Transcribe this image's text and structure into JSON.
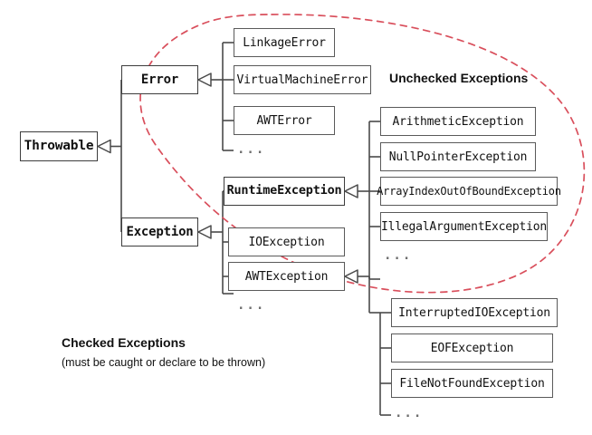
{
  "diagram": {
    "title": "Java Throwable class hierarchy",
    "background_color": "#ffffff",
    "box_border_color": "#5a5a5a",
    "wire_color": "#4a4a4a",
    "highlight_color": "#d94f5c",
    "ellipsis_glyph": "...",
    "root": {
      "label": "Throwable",
      "bold": true
    },
    "branches": [
      {
        "label": "Error",
        "bold": true
      },
      {
        "label": "Exception",
        "bold": true
      }
    ],
    "error_subclasses": [
      {
        "label": "LinkageError"
      },
      {
        "label": "VirtualMachineError"
      },
      {
        "label": "AWTError"
      }
    ],
    "exception_subclasses": [
      {
        "label": "RuntimeException",
        "bold": true
      },
      {
        "label": "IOException"
      },
      {
        "label": "AWTException"
      }
    ],
    "runtime_exception_subclasses": [
      {
        "label": "ArithmeticException"
      },
      {
        "label": "NullPointerException"
      },
      {
        "label": "ArrayIndexOutOfBoundException"
      },
      {
        "label": "IllegalArgumentException"
      }
    ],
    "io_exception_subclasses": [
      {
        "label": "InterruptedIOException"
      },
      {
        "label": "EOFException"
      },
      {
        "label": "FileNotFoundException"
      }
    ],
    "annotations": {
      "unchecked_heading": "Unchecked Exceptions",
      "checked_heading": "Checked Exceptions",
      "checked_note": "(must be caught or declare to be thrown)"
    }
  }
}
